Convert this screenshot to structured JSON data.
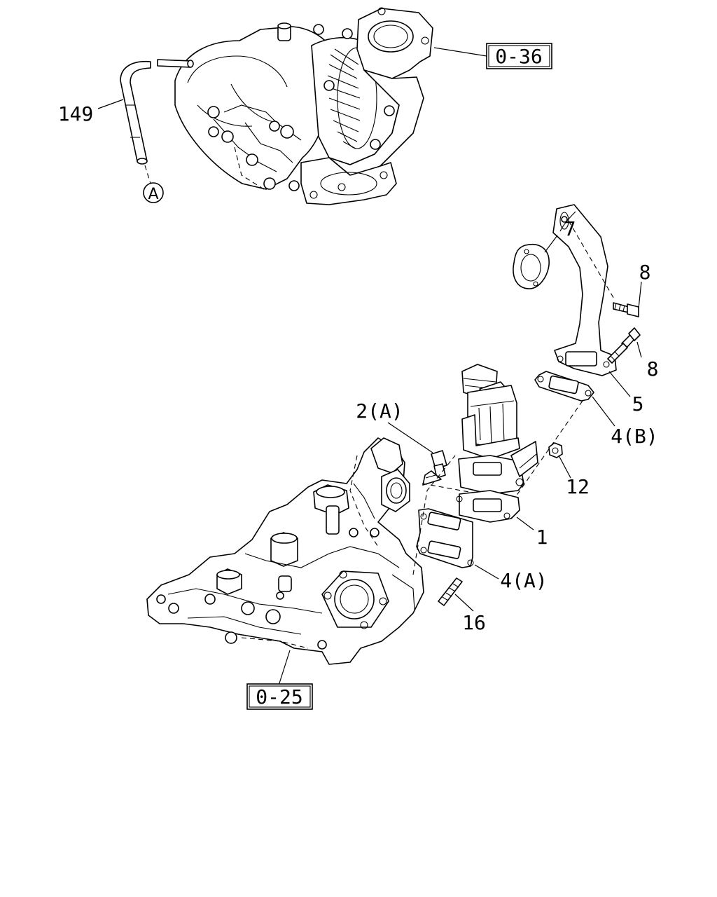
{
  "callouts": {
    "turbo_ref": "0-36",
    "hose": "149",
    "circle_a": "A",
    "gasket_7": "7",
    "bolt_8_upper": "8",
    "bolt_8_lower": "8",
    "pipe_5": "5",
    "gasket_4b": "4(B)",
    "bolt_2a": "2(A)",
    "nut_12": "12",
    "egr_valve_1": "1",
    "gasket_4a": "4(A)",
    "stud_16": "16",
    "manifold_ref": "0-25"
  }
}
